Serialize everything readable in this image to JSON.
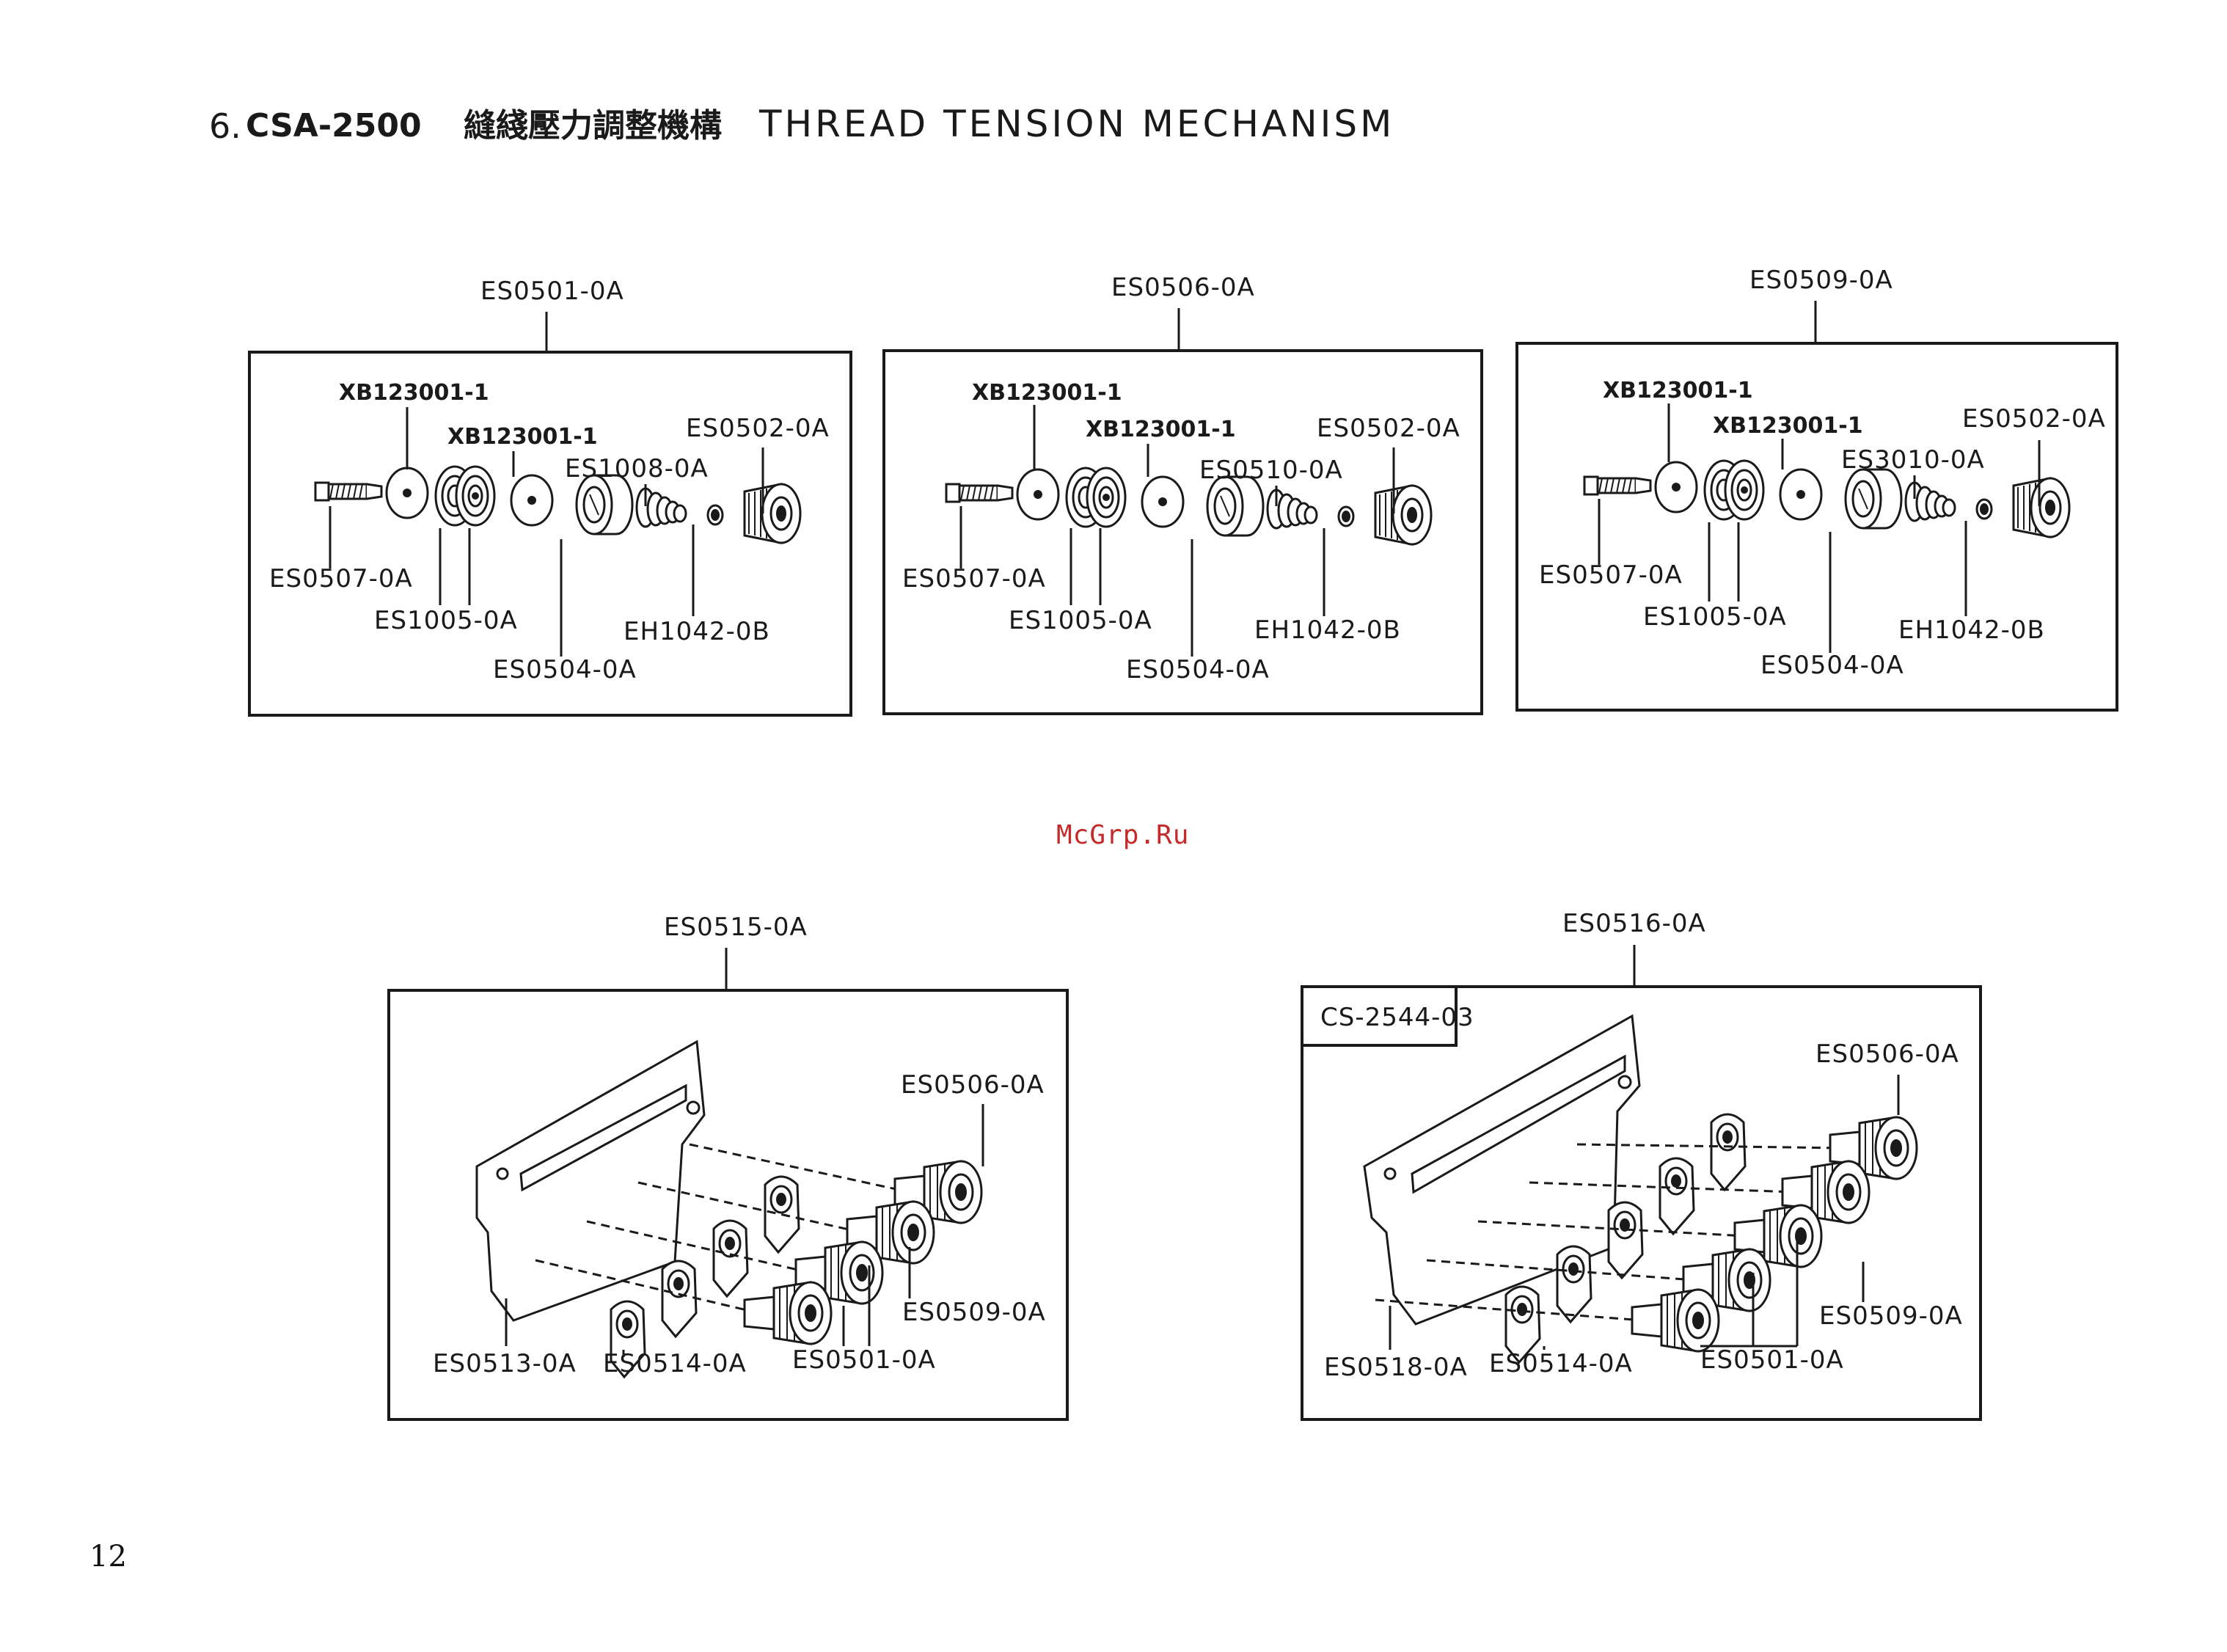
{
  "header": {
    "section_num": "6.",
    "model": "CSA-2500",
    "title_cn": "縫綫壓力調整機構",
    "title_en": "THREAD TENSION MECHANISM"
  },
  "assemblies": [
    {
      "code": "ES0501-0A",
      "labels": [
        "XB123001-1",
        "XB123001-1",
        "ES0502-0A",
        "ES1008-0A",
        "ES0507-0A",
        "ES1005-0A",
        "ES0504-0A",
        "EH1042-0B"
      ]
    },
    {
      "code": "ES0506-0A",
      "labels": [
        "XB123001-1",
        "XB123001-1",
        "ES0502-0A",
        "ES0510-0A",
        "ES0507-0A",
        "ES1005-0A",
        "ES0504-0A",
        "EH1042-0B"
      ]
    },
    {
      "code": "ES0509-0A",
      "labels": [
        "XB123001-1",
        "XB123001-1",
        "ES0502-0A",
        "ES3010-0A",
        "ES0507-0A",
        "ES1005-0A",
        "ES0504-0A",
        "EH1042-0B"
      ]
    }
  ],
  "panels": [
    {
      "code": "ES0515-0A",
      "labels": [
        "ES0506-0A",
        "ES0509-0A",
        "ES0513-0A",
        "ES0514-0A",
        "ES0501-0A"
      ]
    },
    {
      "code": "ES0516-0A",
      "tag": "CS-2544-03",
      "labels": [
        "ES0506-0A",
        "ES0509-0A",
        "ES0518-0A",
        "ES0514-0A",
        "ES0501-0A"
      ]
    }
  ],
  "watermark": "McGrp.Ru",
  "page_number": "12"
}
